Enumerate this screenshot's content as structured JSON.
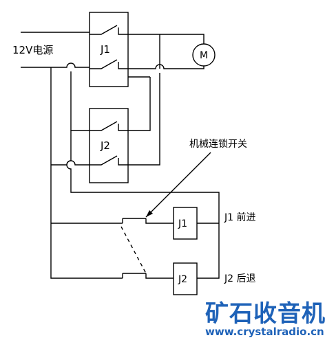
{
  "labels": {
    "power": "12V电源",
    "relay1": "J1",
    "relay2": "J2",
    "motor": "M",
    "interlock": "机械连锁开关",
    "coil1": "J1",
    "coil2": "J2",
    "forward": "J1 前进",
    "reverse": "J2 后退"
  },
  "watermark": {
    "name": "矿石收音机",
    "url": "www.crystalradio.cn"
  }
}
